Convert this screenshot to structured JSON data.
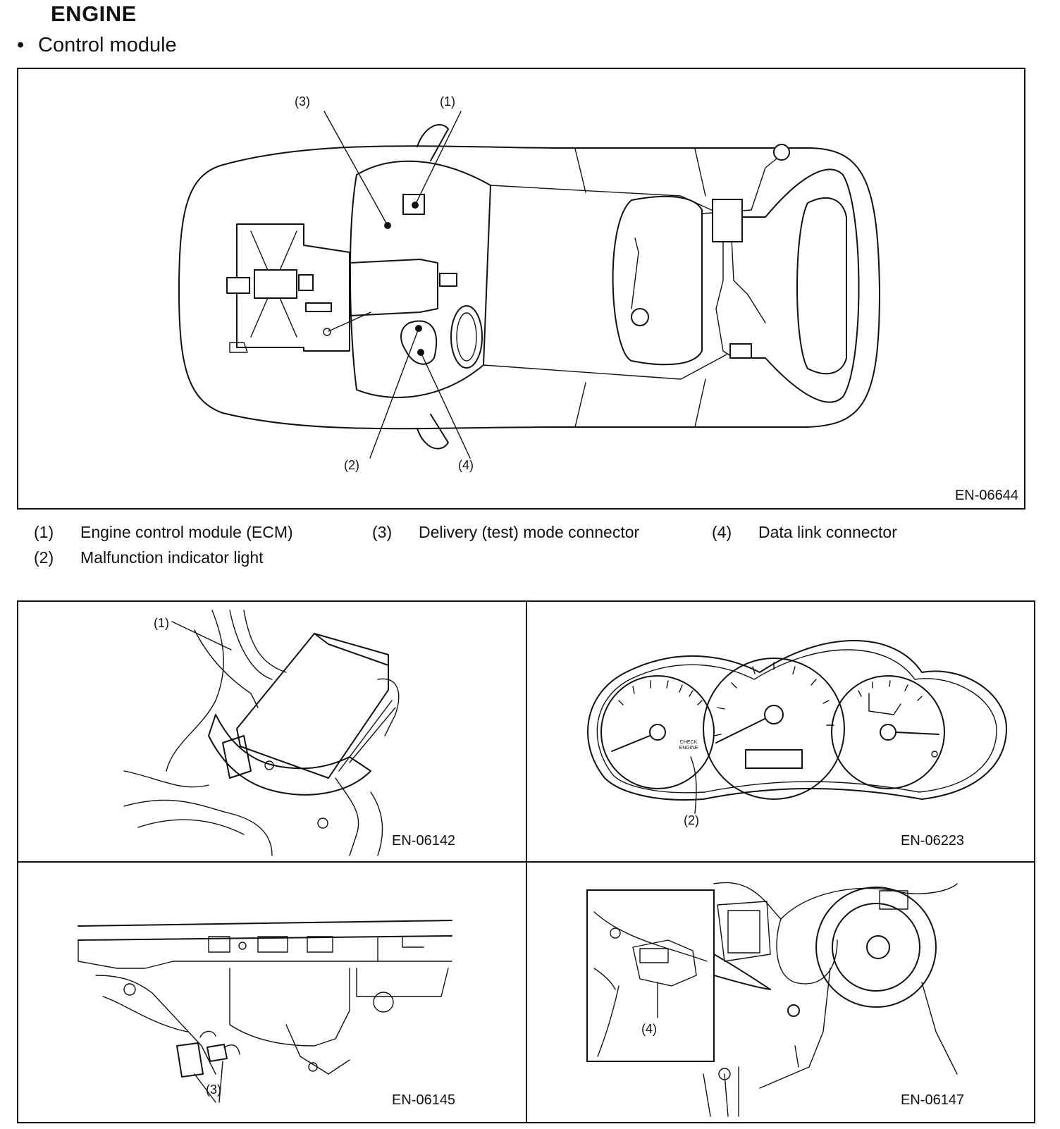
{
  "header": {
    "section_title": "ENGINE",
    "bullet": "•",
    "subsection": "Control module"
  },
  "main_figure": {
    "code": "EN-06644",
    "callouts": [
      "(1)",
      "(2)",
      "(3)",
      "(4)"
    ]
  },
  "legend": [
    {
      "num": "(1)",
      "text": "Engine control module (ECM)"
    },
    {
      "num": "(2)",
      "text": "Malfunction indicator light"
    },
    {
      "num": "(3)",
      "text": "Delivery (test) mode connector"
    },
    {
      "num": "(4)",
      "text": "Data link connector"
    }
  ],
  "panels": [
    {
      "code": "EN-06142",
      "callout": "(1)"
    },
    {
      "code": "EN-06223",
      "callout": "(2)",
      "gauge_text": "CHECK ENGINE"
    },
    {
      "code": "EN-06145",
      "callout": "(3)"
    },
    {
      "code": "EN-06147",
      "callout": "(4)"
    }
  ]
}
